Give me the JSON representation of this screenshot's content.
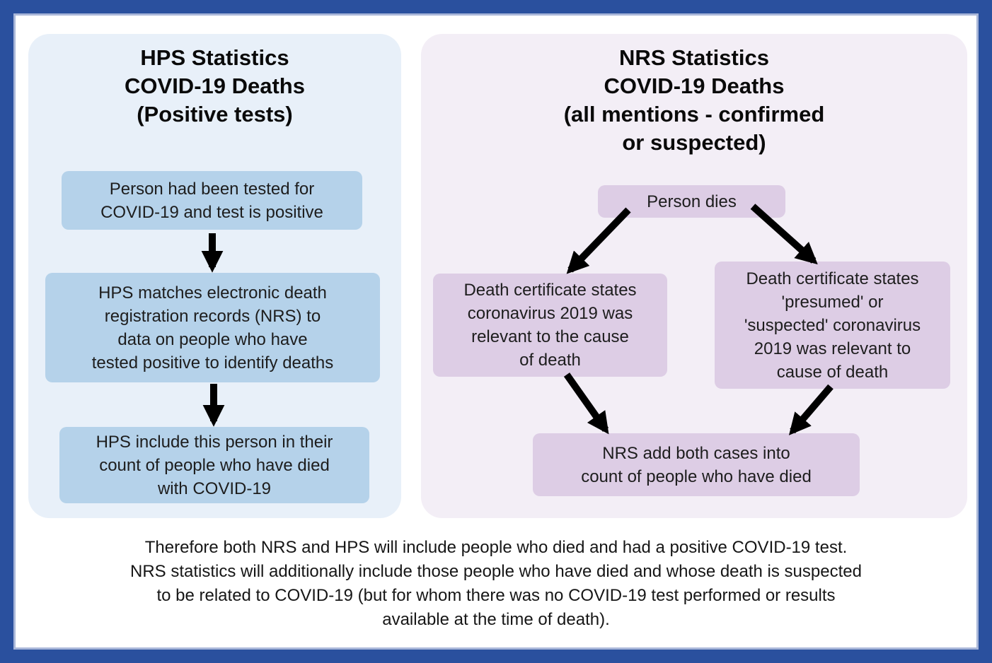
{
  "colors": {
    "border_blue": "#2a509e",
    "page_bg": "#ffffff",
    "hps_panel_bg": "#e8f0f9",
    "hps_box_bg": "#b5d2ea",
    "nrs_panel_bg": "#f3eef6",
    "nrs_box_bg": "#ddcde5",
    "arrow_black": "#000000",
    "ink": "#1d1d1d"
  },
  "left_panel": {
    "title_lines": [
      "HPS Statistics",
      "COVID-19 Deaths",
      "(Positive tests)"
    ],
    "boxes": [
      {
        "lines": [
          "Person had been tested for",
          "COVID-19 and test is positive"
        ]
      },
      {
        "lines": [
          "HPS matches electronic death",
          "registration records (NRS) to",
          "data on people who have",
          "tested positive to identify deaths"
        ]
      },
      {
        "lines": [
          "HPS include this person in their",
          "count of people who have died",
          "with COVID-19"
        ]
      }
    ]
  },
  "right_panel": {
    "title_lines": [
      "NRS Statistics",
      "COVID-19 Deaths",
      "(all mentions - confirmed",
      "or suspected)"
    ],
    "top_box": {
      "lines": [
        "Person dies"
      ]
    },
    "left_box": {
      "lines": [
        "Death certificate states",
        "coronavirus 2019 was",
        "relevant to the cause",
        "of death"
      ]
    },
    "right_box": {
      "lines": [
        "Death certificate states",
        "'presumed' or",
        "'suspected' coronavirus",
        "2019 was relevant to",
        "cause of death"
      ]
    },
    "bottom_box": {
      "lines": [
        "NRS add both cases into",
        "count of people who have died"
      ]
    }
  },
  "footer": {
    "lines": [
      "Therefore both NRS and HPS will include people who died and had a positive COVID-19 test.",
      "NRS statistics will additionally include those people who have died and whose death is suspected",
      "to be related to COVID-19 (but for whom there was no COVID-19 test performed or results",
      "available at the time of death)."
    ]
  }
}
